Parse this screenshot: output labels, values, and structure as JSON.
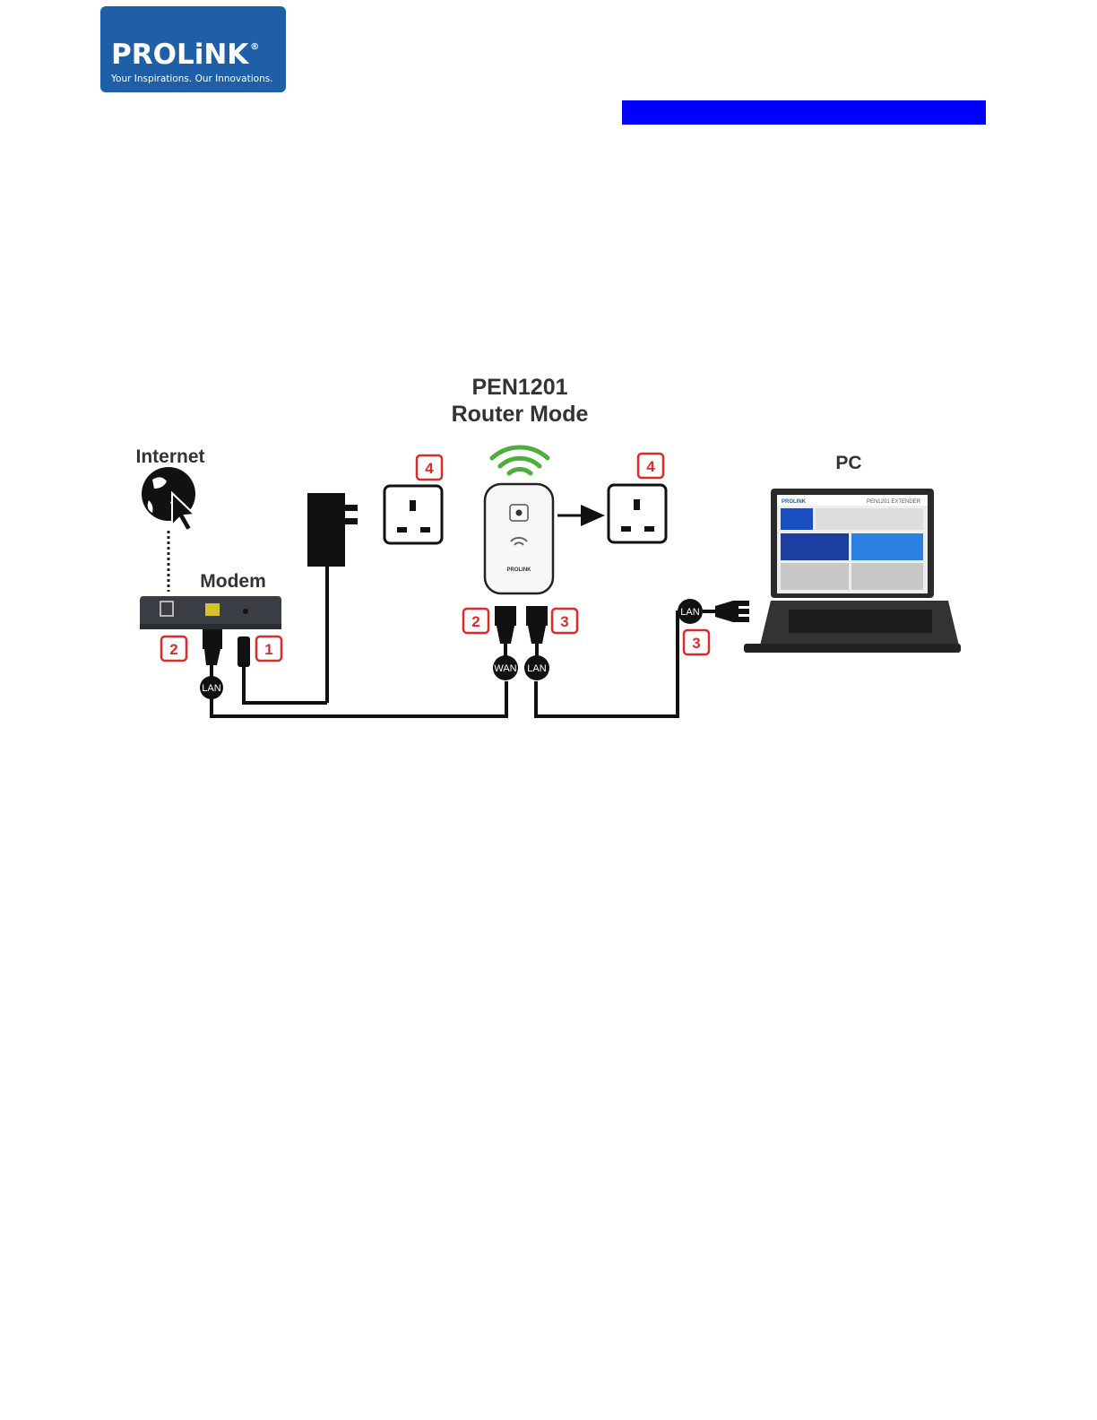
{
  "logo": {
    "brand": "PROLiNK",
    "registered": "®",
    "tagline": "Your Inspirations. Our Innovations."
  },
  "colors": {
    "logo_bg": "#1f5fa8",
    "header_bar": "#0000ff",
    "callout_red": "#e02a2a",
    "wifi_green": "#4caf3a",
    "cable": "#111111"
  },
  "diagram": {
    "title_line1": "PEN1201",
    "title_line2": "Router Mode",
    "internet_label": "Internet",
    "modem_label": "Modem",
    "pc_label": "PC",
    "device_brand": "PROLINK",
    "port_labels": {
      "modem_lan": "LAN",
      "wan": "WAN",
      "device_lan": "LAN",
      "pc_lan": "LAN"
    },
    "steps": {
      "modem_cable": "2",
      "modem_power": "1",
      "outlet_left": "4",
      "outlet_right": "4",
      "device_wan": "2",
      "device_lan": "3",
      "pc_cable": "3"
    },
    "screen": {
      "brand": "PROLINK",
      "product": "PEN1201 EXTENDER"
    }
  }
}
